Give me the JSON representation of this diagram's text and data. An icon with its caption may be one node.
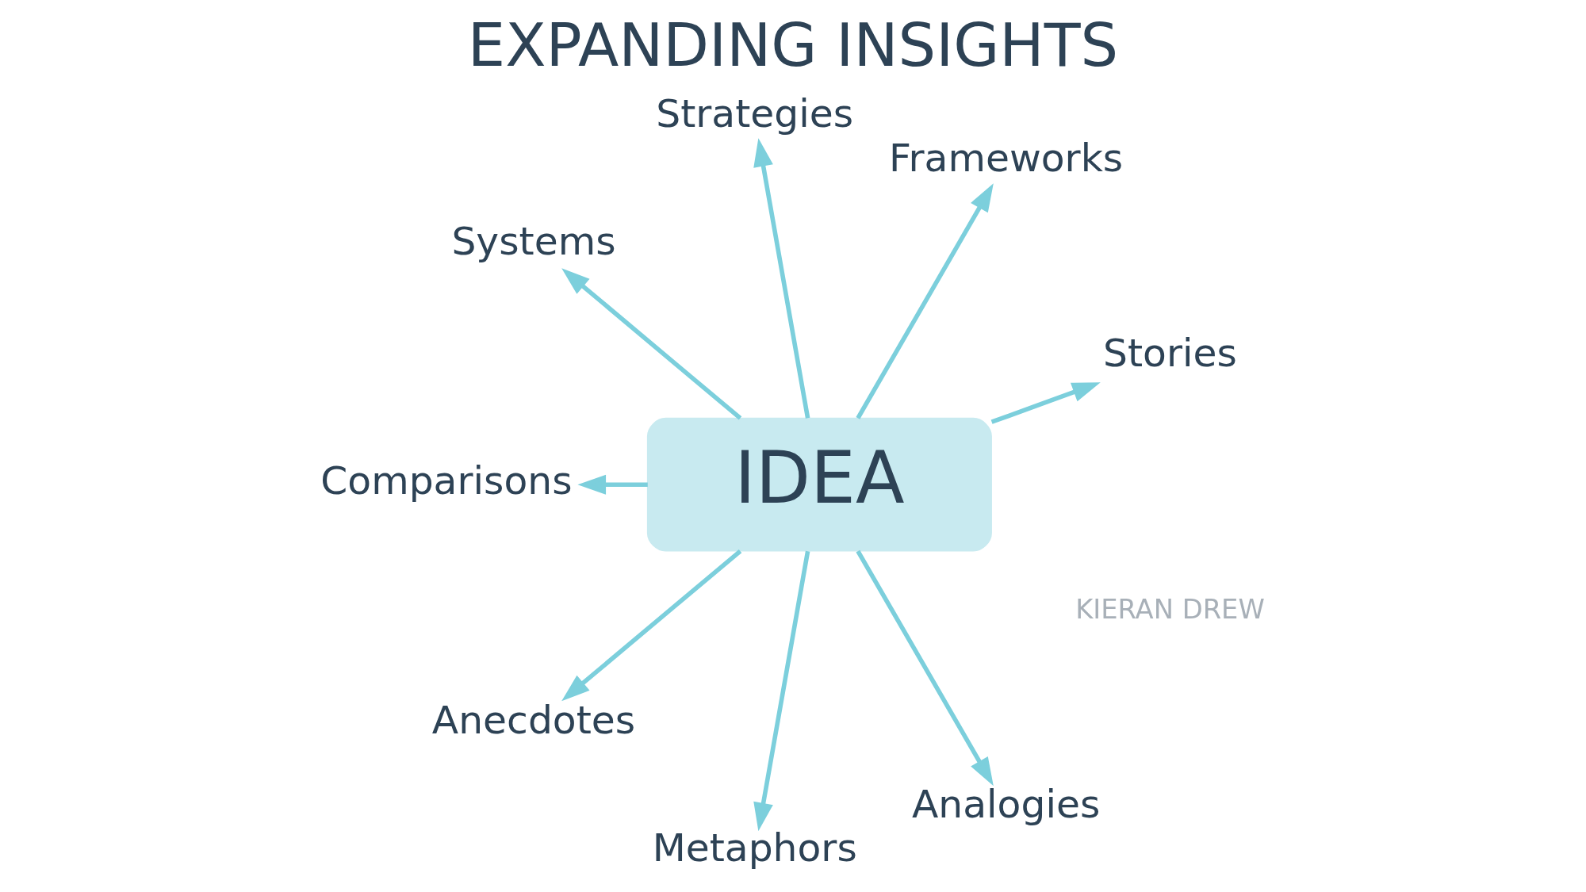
{
  "diagram": {
    "title": "EXPANDING INSIGHTS",
    "nodes": [
      {
        "text": [
          "IDEA"
        ]
      },
      {
        "text": [
          "Stories"
        ]
      },
      {
        "text": [
          "Frameworks"
        ]
      },
      {
        "text": [
          "Strategies"
        ]
      },
      {
        "text": [
          "Systems"
        ]
      },
      {
        "text": [
          "Comparisons"
        ]
      },
      {
        "text": [
          "Anecdotes"
        ]
      },
      {
        "text": [
          "Metaphors"
        ]
      },
      {
        "text": [
          "Analogies"
        ]
      }
    ],
    "edges": [
      {
        "from": 0,
        "to": 1,
        "arrow": "to"
      },
      {
        "from": 0,
        "to": 2,
        "arrow": "to"
      },
      {
        "from": 0,
        "to": 3,
        "arrow": "to"
      },
      {
        "from": 0,
        "to": 4,
        "arrow": "to"
      },
      {
        "from": 0,
        "to": 8,
        "arrow": "to"
      },
      {
        "from": 0,
        "to": 7,
        "arrow": "to"
      },
      {
        "from": 0,
        "to": 6,
        "arrow": "to"
      },
      {
        "from": 0,
        "to": 5,
        "arrow": "to"
      }
    ],
    "labels": [
      "KIERAN DREW"
    ]
  }
}
